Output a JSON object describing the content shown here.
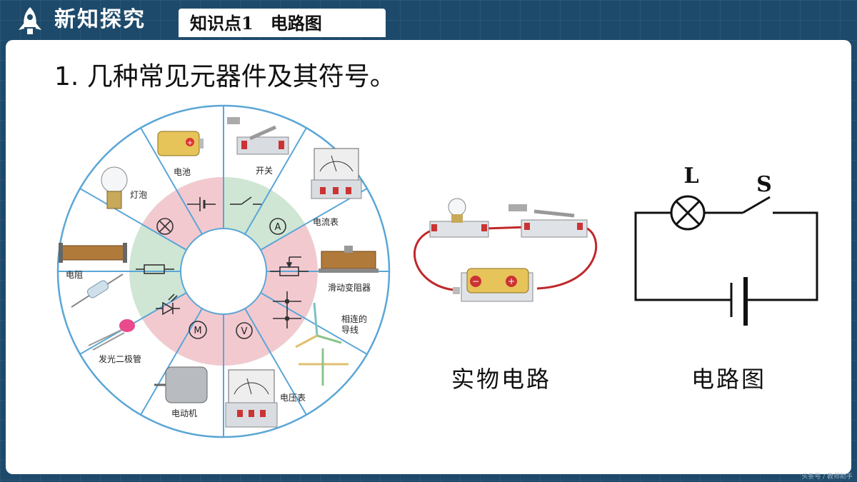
{
  "header": {
    "section_title": "新知探究",
    "tag_text": "知识点1　电路图"
  },
  "heading": "1. 几种常见元器件及其符号。",
  "wheel": {
    "battery": "电池",
    "switch": "开关",
    "ammeter": "电流表",
    "rheostat": "滑动变阻器",
    "connected_wires": "相连的\n导线",
    "voltmeter": "电压表",
    "motor": "电动机",
    "led": "发光二极管",
    "resistor": "电阻",
    "bulb": "灯泡",
    "symbol_A": "A",
    "symbol_V": "V",
    "symbol_M": "M"
  },
  "physical_circuit_label": "实物电路",
  "circuit_diagram": {
    "label": "电路图",
    "lamp_letter": "L",
    "switch_letter": "S"
  },
  "footer_watermark": "头条号 / 教师助手",
  "colors": {
    "background": "#1d4a6b",
    "wheel_border": "#5aa6d6",
    "zone_pink": "#f3c9d0",
    "zone_green": "#cfe6d4",
    "wire_red": "#c0282b"
  }
}
